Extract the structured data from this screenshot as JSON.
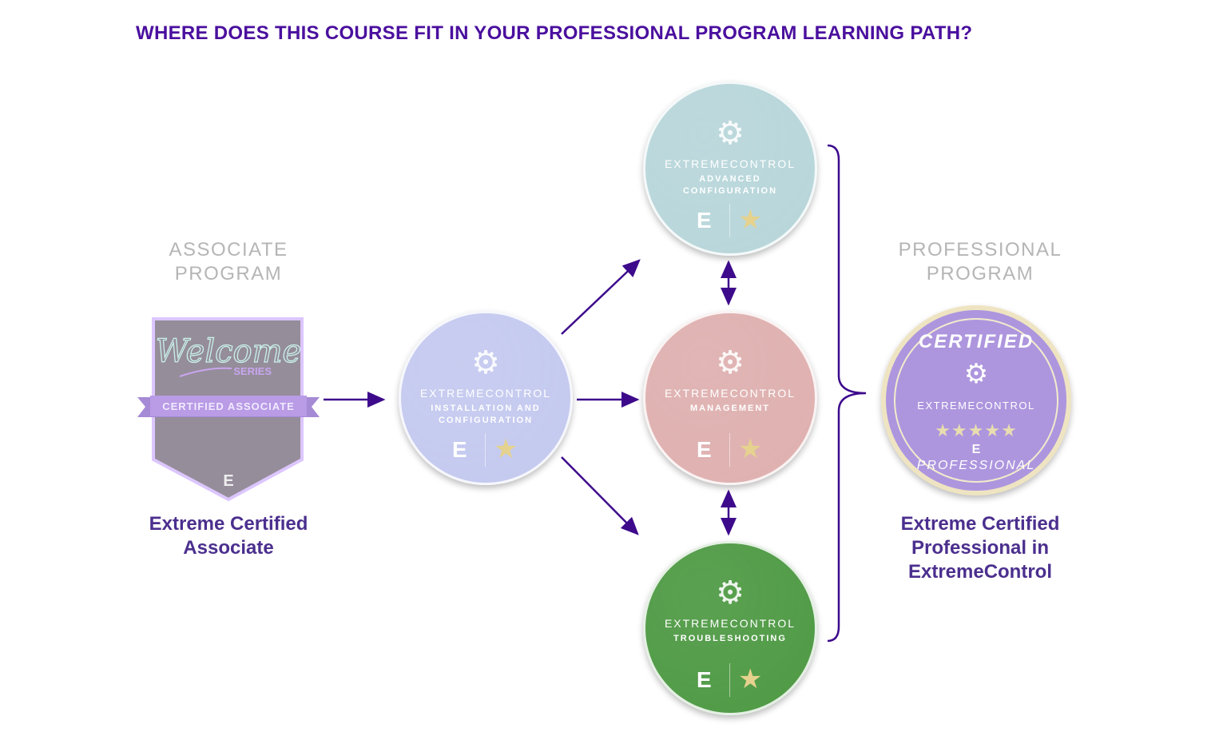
{
  "title": "WHERE DOES THIS COURSE FIT IN YOUR PROFESSIONAL PROGRAM LEARNING PATH?",
  "associate": {
    "program_line1": "ASSOCIATE",
    "program_line2": "PROGRAM",
    "badge_script": "Welcome",
    "badge_series": "SERIES",
    "badge_ribbon": "CERTIFIED ASSOCIATE",
    "name_line1": "Extreme Certified",
    "name_line2": "Associate"
  },
  "courses": [
    {
      "brand": "EXTREMECONTROL",
      "subtitle": "INSTALLATION AND CONFIGURATION",
      "color": "#c4c9ef"
    },
    {
      "brand": "EXTREMECONTROL",
      "subtitle": "ADVANCED CONFIGURATION",
      "color": "#b8d6da"
    },
    {
      "brand": "EXTREMECONTROL",
      "subtitle": "MANAGEMENT",
      "color": "#dfb0b0"
    },
    {
      "brand": "EXTREMECONTROL",
      "subtitle": "TROUBLESHOOTING",
      "color": "#4f9a45"
    }
  ],
  "professional": {
    "program_line1": "PROFESSIONAL",
    "program_line2": "PROGRAM",
    "badge_top": "CERTIFIED",
    "badge_brand": "EXTREMECONTROL",
    "badge_stars": 5,
    "badge_bottom": "PROFESSIONAL",
    "name_line1": "Extreme Certified",
    "name_line2": "Professional in",
    "name_line3": "ExtremeControl"
  },
  "colors": {
    "accent": "#4a0f9e",
    "arrow": "#3d0a8c"
  }
}
